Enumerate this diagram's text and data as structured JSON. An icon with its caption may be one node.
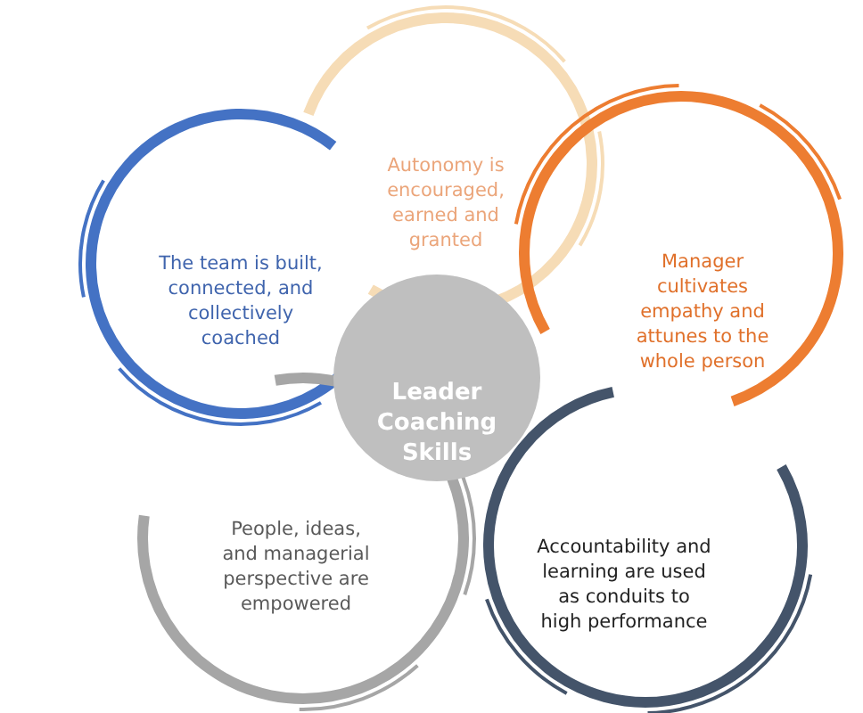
{
  "diagram": {
    "nodes": [
      {
        "text": [
          "Autonomy is encouraged, earned and granted"
        ]
      },
      {
        "text": [
          "The team is built, connected, and collectively coached"
        ]
      },
      {
        "text": [
          "Manager cultivates empathy and attunes to the whole person"
        ]
      },
      {
        "text": [
          "Leader Coaching Skills"
        ]
      },
      {
        "text": [
          "People, ideas, and managerial perspective are empowered"
        ]
      },
      {
        "text": [
          "Accountability and learning are used as conduits to high performance"
        ]
      }
    ],
    "edges": []
  }
}
